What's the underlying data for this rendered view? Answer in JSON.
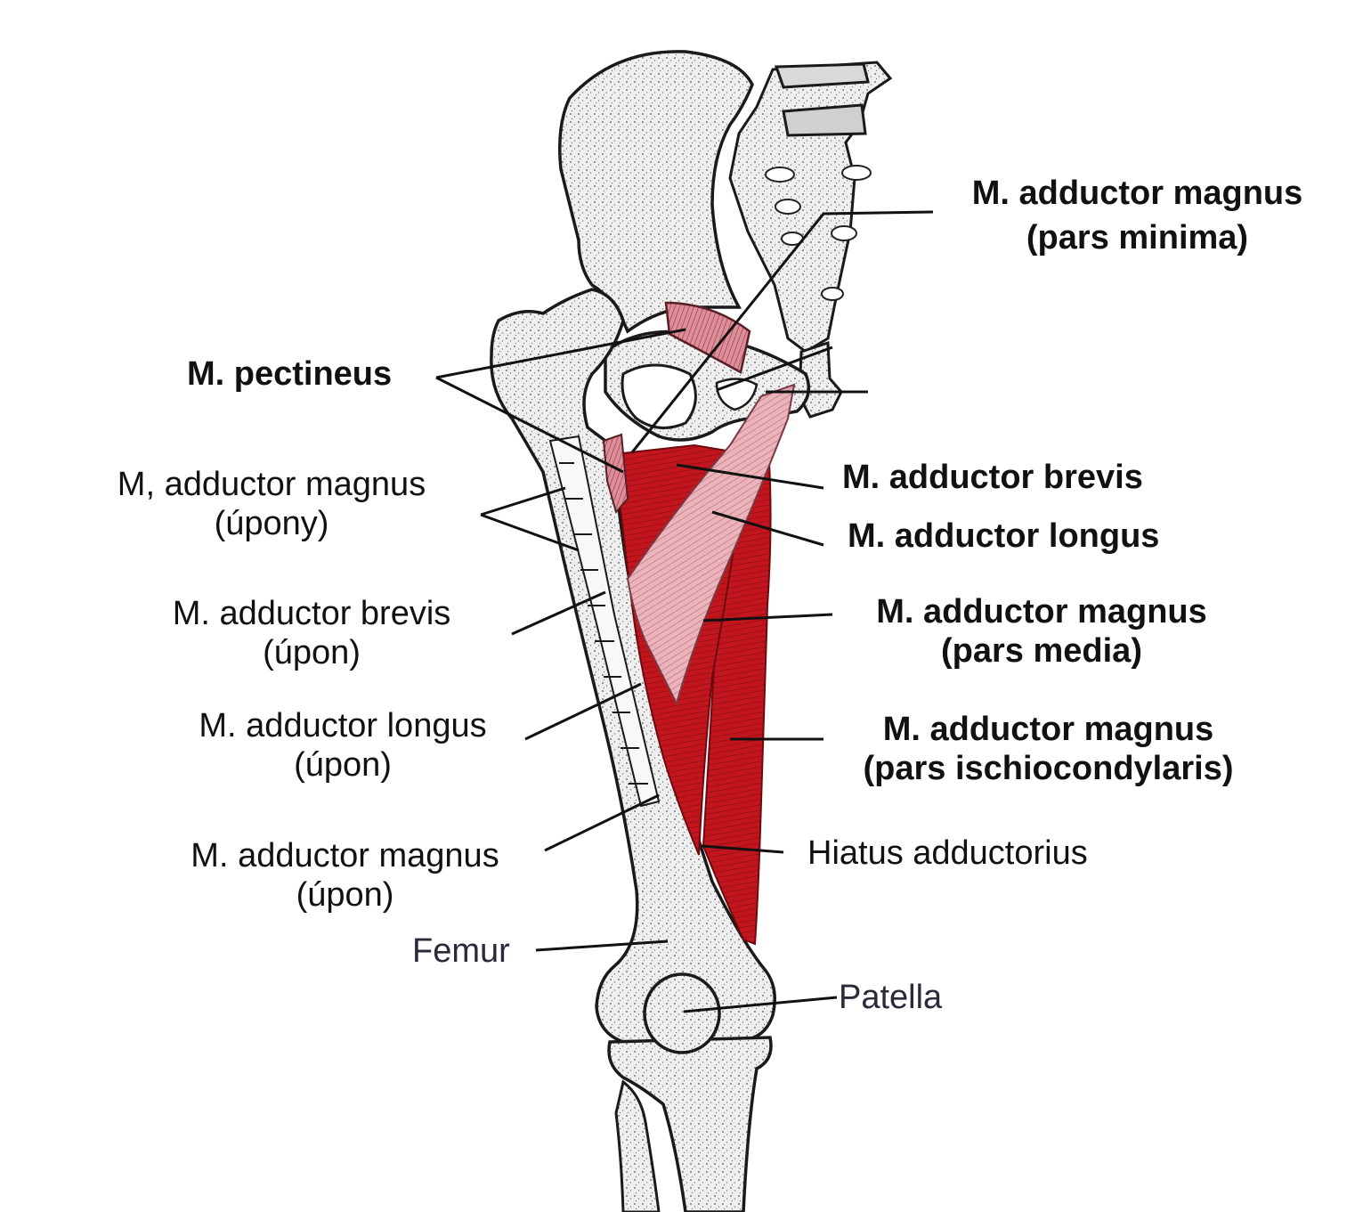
{
  "labels": {
    "adductor_magnus_minima": {
      "line1": "M. adductor magnus",
      "line2": "(pars minima)"
    },
    "pectineus": {
      "line1": "M. pectineus"
    },
    "adductor_brevis": {
      "line1": "M. adductor brevis"
    },
    "adductor_longus": {
      "line1": "M. adductor longus"
    },
    "adductor_magnus_media": {
      "line1": "M. adductor magnus",
      "line2": "(pars media)"
    },
    "adductor_magnus_ischio": {
      "line1": "M. adductor magnus",
      "line2": "(pars ischiocondylaris)"
    },
    "hiatus": {
      "line1": "Hiatus adductorius"
    },
    "magnus_upony": {
      "line1": "M, adductor magnus",
      "line2": "(úpony)"
    },
    "brevis_upon": {
      "line1": "M. adductor brevis",
      "line2": "(úpon)"
    },
    "longus_upon": {
      "line1": "M. adductor longus",
      "line2": "(úpon)"
    },
    "magnus_upon": {
      "line1": "M. adductor magnus",
      "line2": "(úpon)"
    },
    "femur": {
      "line1": "Femur"
    },
    "patella": {
      "line1": "Patella"
    }
  },
  "colors": {
    "bone": "#ececec",
    "bone_outline": "#1a1a1a",
    "muscle_dark": "#c0141c",
    "muscle_light": "#e9aab2",
    "muscle_pink": "#d26a78",
    "leader": "#111111"
  }
}
